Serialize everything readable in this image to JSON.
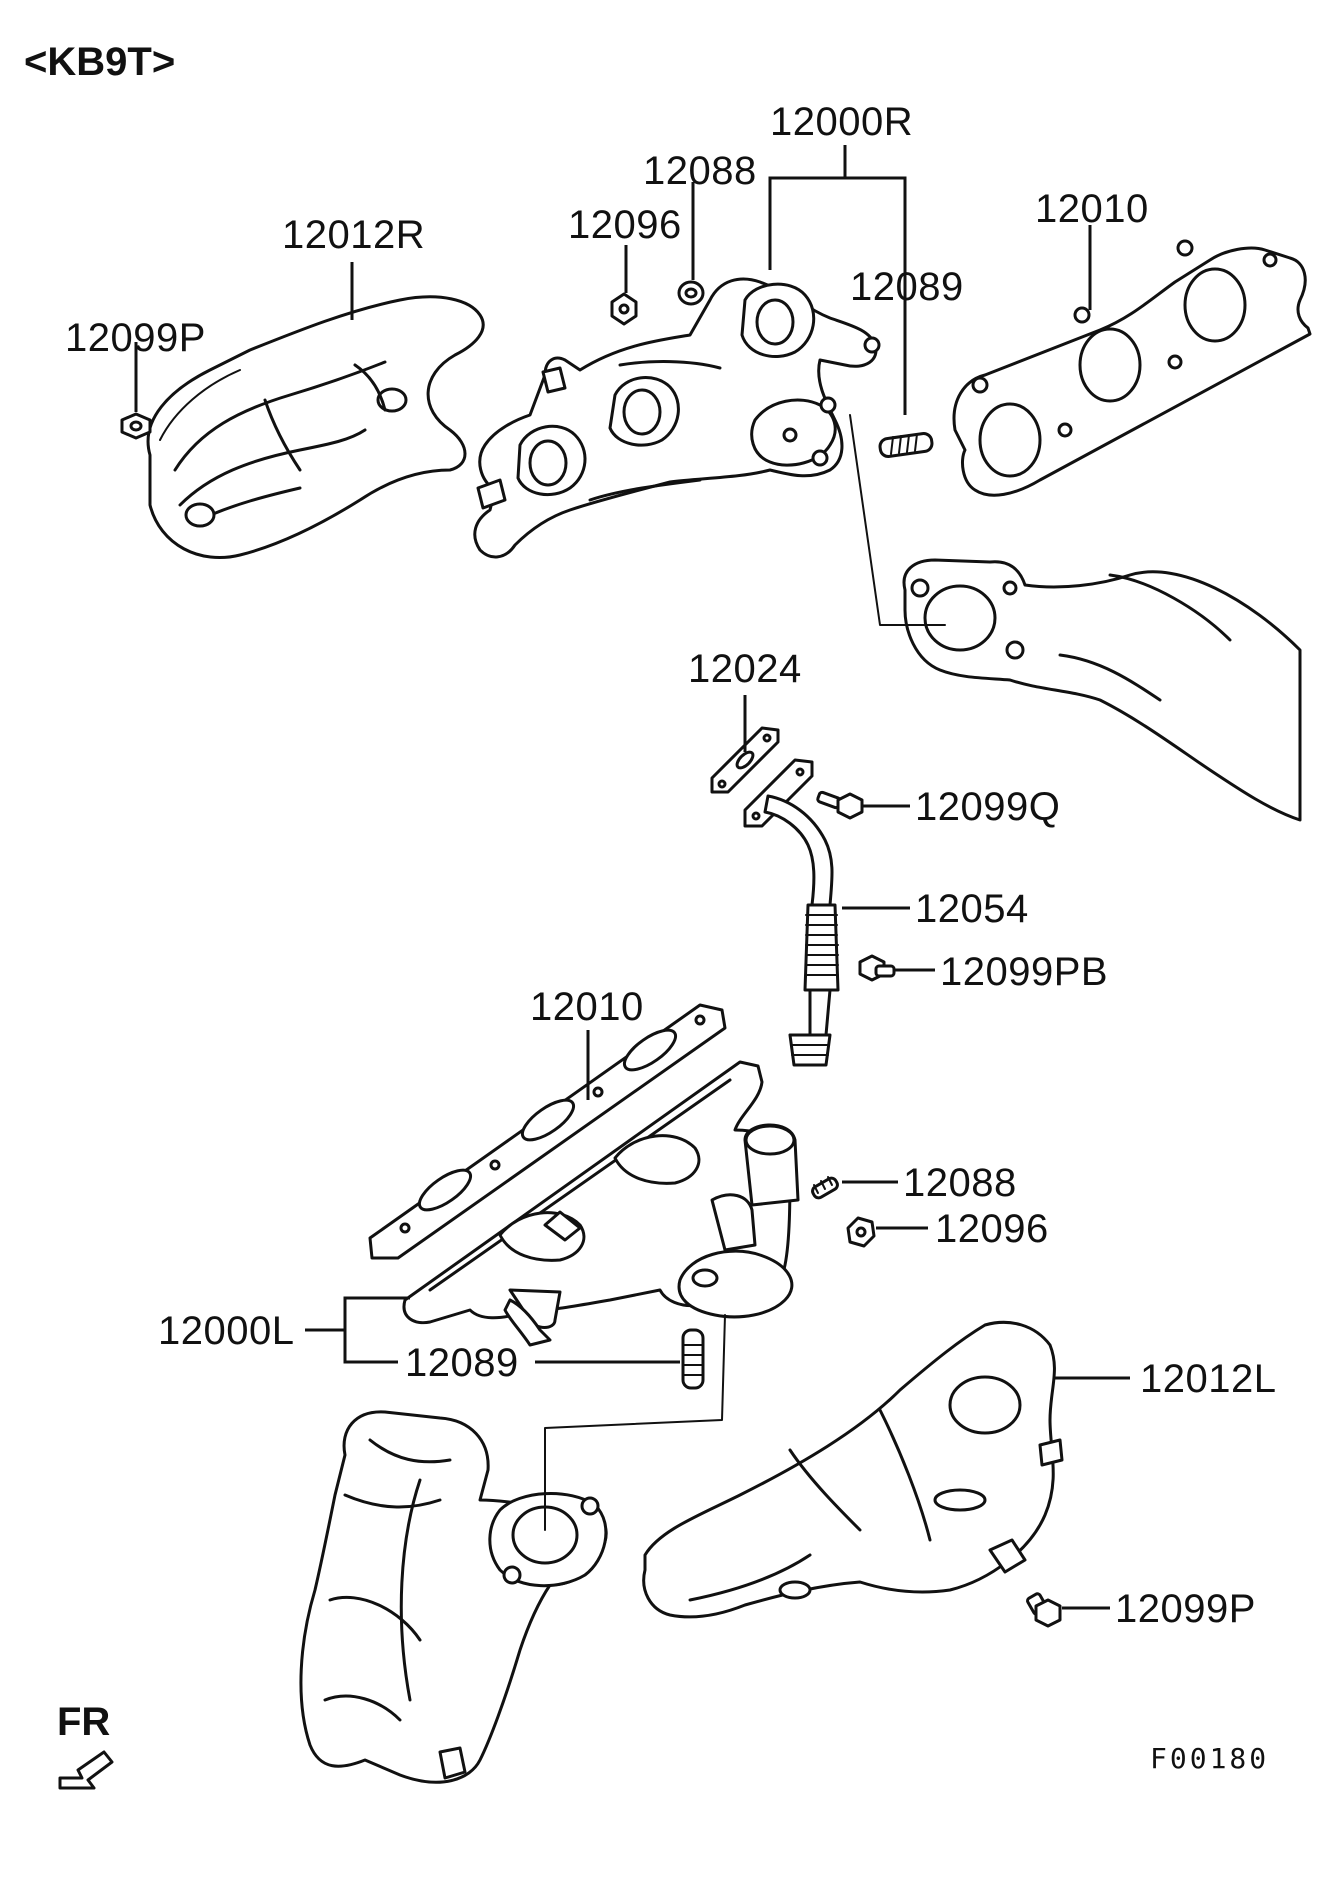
{
  "header": {
    "variant": "<KB9T>"
  },
  "labels": {
    "p12000R": "12000R",
    "p12088_top": "12088",
    "p12096_top": "12096",
    "p12089_top": "12089",
    "p12010_top": "12010",
    "p12012R": "12012R",
    "p12099P_top": "12099P",
    "p12024": "12024",
    "p12099Q": "12099Q",
    "p12054": "12054",
    "p12099PB": "12099PB",
    "p12010_mid": "12010",
    "p12088_mid": "12088",
    "p12096_mid": "12096",
    "p12000L": "12000L",
    "p12089_mid": "12089",
    "p12012L": "12012L",
    "p12099P_bottom": "12099P"
  },
  "footer": {
    "direction": "FR",
    "figure_code": "F00180"
  },
  "icons": {
    "direction_arrow": "front-direction-arrow-icon"
  }
}
